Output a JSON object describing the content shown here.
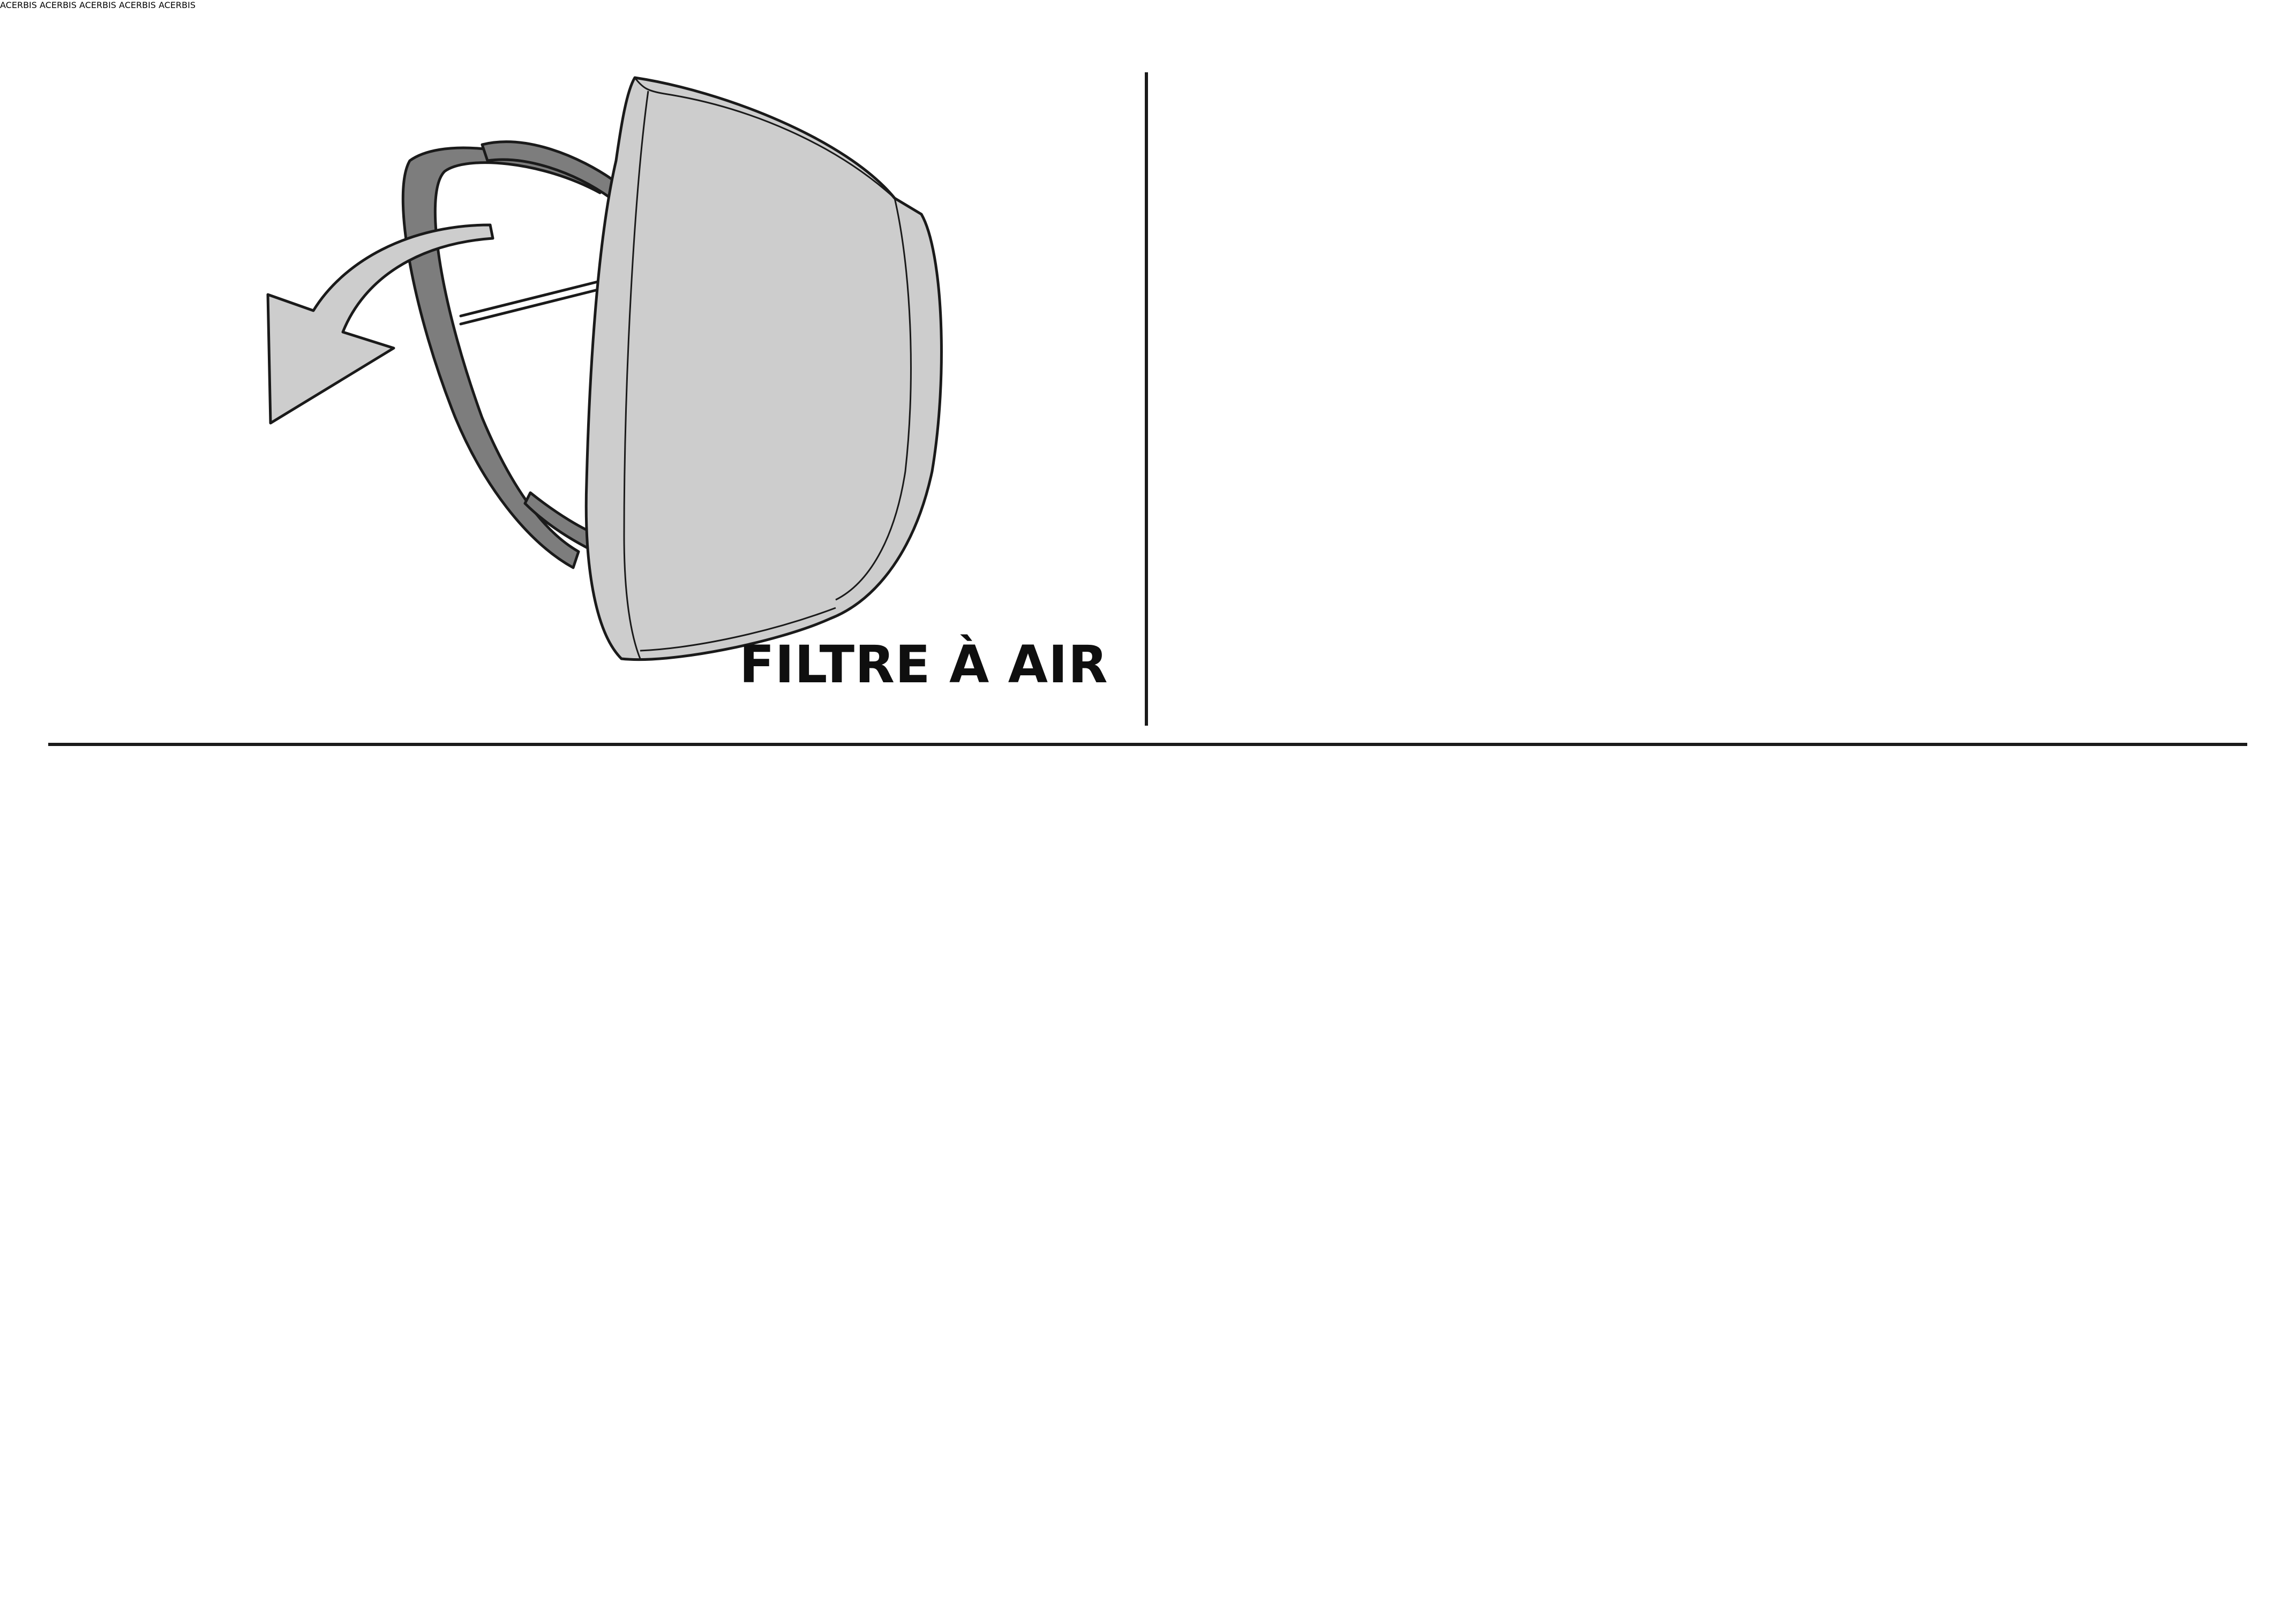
{
  "caption": "FILTRE À AIR",
  "brand": "ACERBIS",
  "colors": {
    "filter_fill": "#cdcdcd",
    "cage_fill": "#7d7d7d",
    "outline": "#1a1a1a",
    "background": "#ffffff"
  },
  "icons": [
    "curved-arrow-left",
    "curved-arrow-right"
  ]
}
